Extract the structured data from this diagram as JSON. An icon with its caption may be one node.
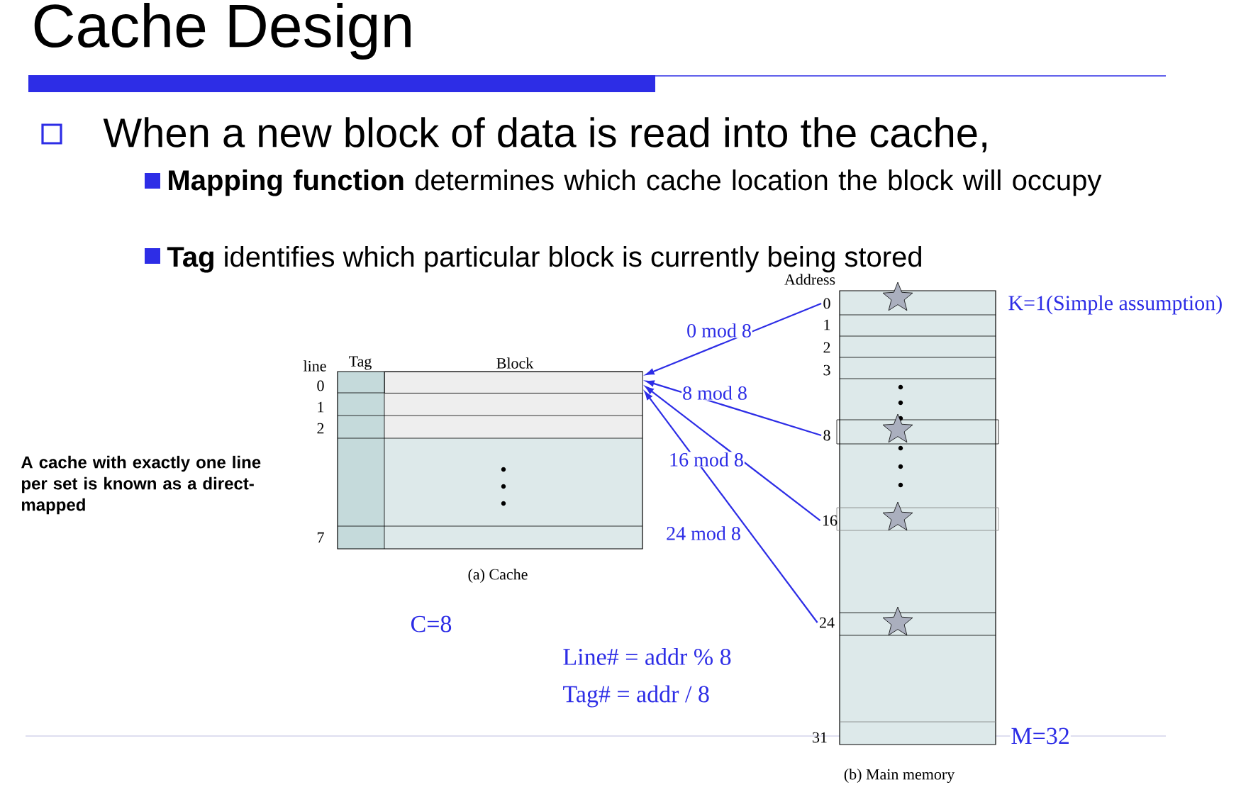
{
  "diagram": {
    "title": "Cache Design",
    "nodes": [
      {
        "text": [],
        "shape": "box"
      },
      {
        "text": [
          "0"
        ]
      },
      {
        "text": [
          "8"
        ]
      },
      {
        "text": [
          "16"
        ]
      },
      {
        "text": [
          "24"
        ]
      }
    ],
    "edges": [
      {
        "from": 1,
        "to": 0,
        "arrow": "to",
        "label": "0 mod 8"
      },
      {
        "from": 2,
        "to": 0,
        "arrow": "to",
        "label": "8 mod 8"
      },
      {
        "from": 3,
        "to": 0,
        "arrow": "to",
        "label": "16 mod 8"
      },
      {
        "from": 4,
        "to": 0,
        "arrow": "to",
        "label": "24 mod 8"
      }
    ],
    "labels": [
      "When a new block of data is read into the cache,",
      "**Mapping function** determines which cache location the block will occupy",
      "**Tag** identifies which particular block is currently being stored",
      "Address",
      "K=1(Simple assumption)",
      "1",
      "2",
      "3",
      "line",
      "Tag",
      "Block",
      "0",
      "1",
      "2",
      "A cache with exactly one line per set is known as a direct-mapped",
      "7",
      "(a) Cache",
      "C=8",
      "Line# = addr % 8",
      "Tag# = addr / 8",
      "31",
      "M=32",
      "(b) Main memory"
    ]
  }
}
